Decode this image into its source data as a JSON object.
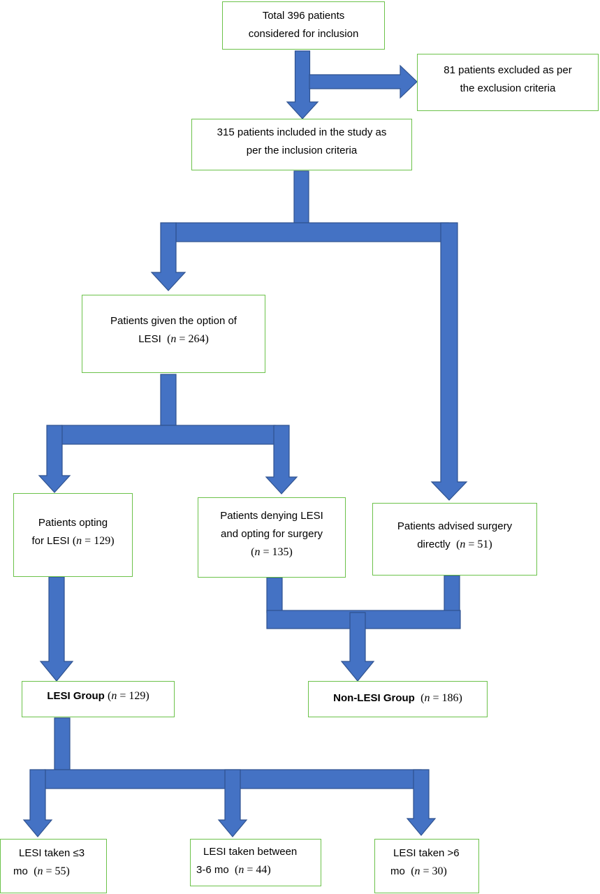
{
  "colors": {
    "arrow_fill": "#4472c4",
    "arrow_stroke": "#2f528f",
    "box_border": "#6cc24a"
  },
  "boxes": {
    "total": {
      "line1": "Total 396 patients",
      "line2": "considered for inclusion"
    },
    "excluded": {
      "line1": "81 patients excluded as per",
      "line2": "the exclusion criteria"
    },
    "included": {
      "line1": "315 patients included in the study as",
      "line2": "per the inclusion criteria"
    },
    "lesi_option": {
      "line1": "Patients given the option of",
      "line2": "LESI",
      "n_label": "n",
      "n_value": "= 264)"
    },
    "opting_lesi": {
      "line1": "Patients opting",
      "line2": "for LESI",
      "n_label": "n",
      "n_value": "= 129)"
    },
    "denying_lesi": {
      "line1": "Patients denying LESI",
      "line2": "and opting for surgery",
      "n_label": "n",
      "n_value": "= 135)"
    },
    "advised_surgery": {
      "line1": "Patients advised surgery",
      "line2": "directly",
      "n_label": "n",
      "n_value": "= 51)"
    },
    "lesi_group": {
      "label": "LESI Group",
      "n_label": "n",
      "n_value": "= 129)"
    },
    "non_lesi_group": {
      "label": "Non-LESI Group",
      "n_label": "n",
      "n_value": "= 186)"
    },
    "lesi_le3": {
      "line1": "LESI taken ≤3",
      "line2": "mo",
      "n_label": "n",
      "n_value": "= 55)"
    },
    "lesi_3to6": {
      "line1": "LESI taken between",
      "line2": "3-6 mo",
      "n_label": "n",
      "n_value": "= 44)"
    },
    "lesi_gt6": {
      "line1": "LESI taken >6",
      "line2": "mo",
      "n_label": "n",
      "n_value": "= 30)"
    }
  }
}
